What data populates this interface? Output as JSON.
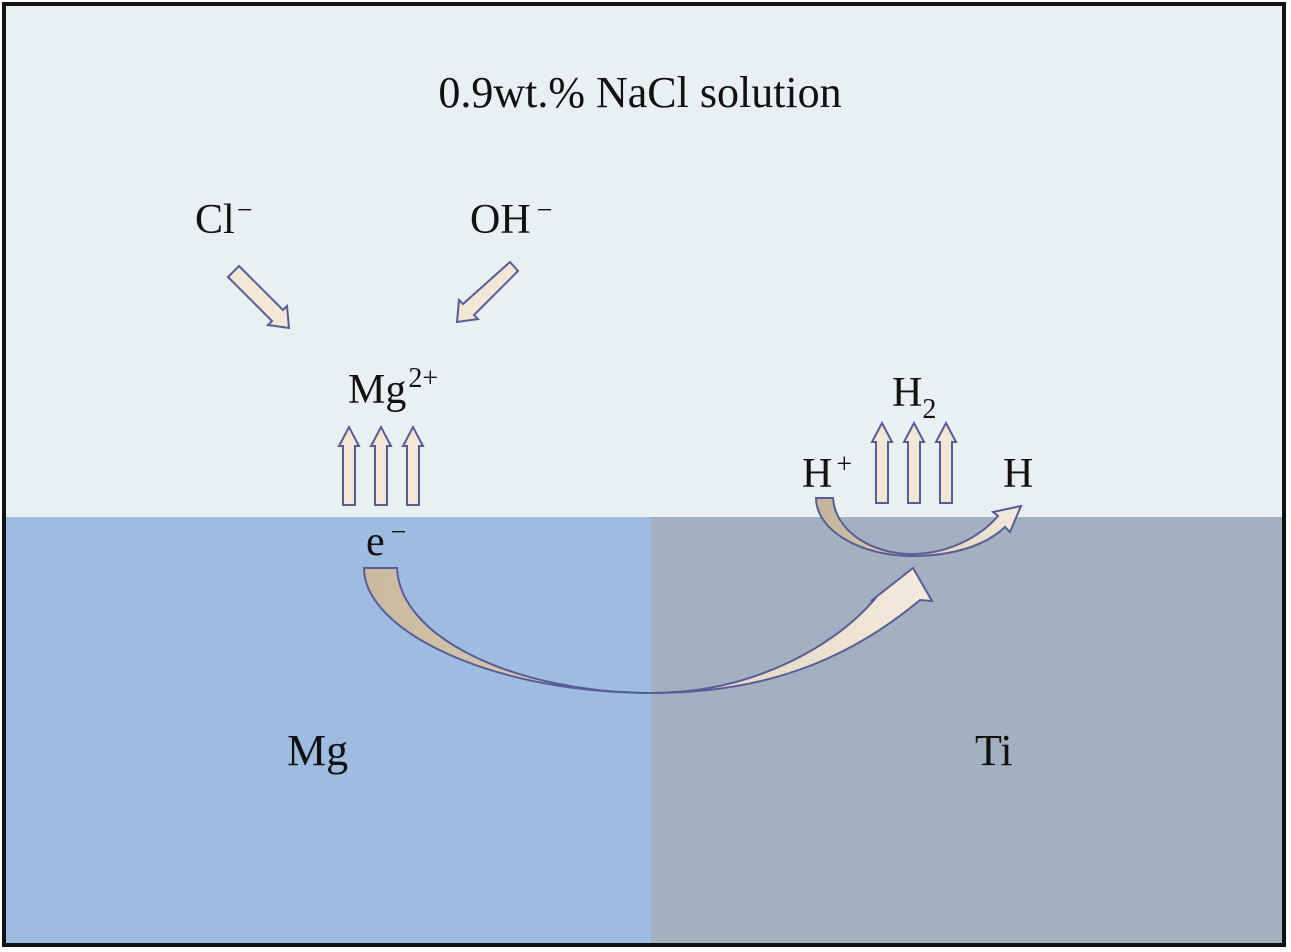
{
  "solution_label": "0.9wt.% NaCl solution",
  "ions": {
    "chloride": {
      "base": "Cl",
      "charge": "−"
    },
    "hydroxide": {
      "base": "OH",
      "charge": "−"
    },
    "magnesium_ion": {
      "base": "Mg",
      "charge": "2+"
    },
    "hydrogen_ion": {
      "base": "H",
      "charge": "+"
    },
    "hydrogen_gas": {
      "base": "H",
      "subscript": "2"
    },
    "hydrogen_atom": {
      "base": "H"
    },
    "electron": {
      "base": "e",
      "charge": "−"
    }
  },
  "metals": {
    "left": "Mg",
    "right": "Ti"
  },
  "colors": {
    "solution": "#e8f0f2",
    "mg_region": "#9dbce0",
    "ti_region": "#a2b0bf",
    "arrow_fill": "#f2e6d6",
    "arrow_stroke": "#5a5c96",
    "border": "#111111"
  }
}
